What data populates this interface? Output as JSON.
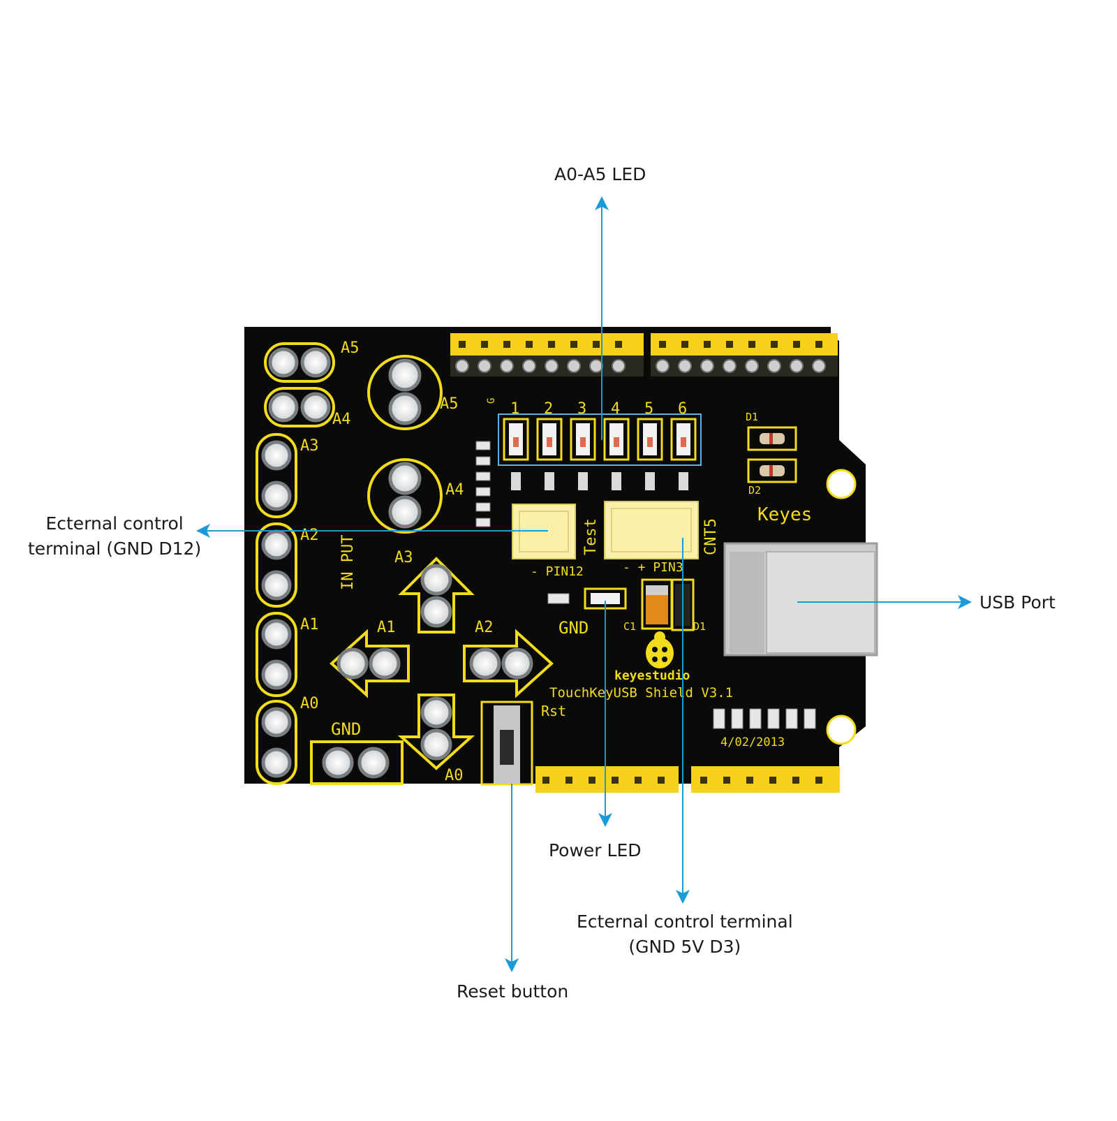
{
  "callouts": {
    "leds": "A0-A5 LED",
    "d12_line1": "Ecternal control",
    "d12_line2": "terminal (GND D12)",
    "usb": "USB Port",
    "power_led": "Power LED",
    "d3_line1": "Ecternal control terminal",
    "d3_line2": "(GND 5V D3)",
    "reset": "Reset button"
  },
  "board": {
    "brand": "keyestudio",
    "model": "TouchKeyUSB Shield V3.1",
    "keyes": "Keyes",
    "date": "4/02/2013",
    "input_label": "IN PUT",
    "gnd_left": "GND",
    "gnd_power": "GND",
    "rst": "Rst",
    "test": "Test",
    "cnt5": "CNT5",
    "pin12": "- PIN12",
    "pin3": "- + PIN3",
    "c1": "C1",
    "d1_bottom": "D1",
    "d1_top": "D1",
    "d2": "D2",
    "g": "G",
    "led_numbers": [
      "1",
      "2",
      "3",
      "4",
      "5",
      "6"
    ],
    "left_labels": [
      "A5",
      "A4",
      "A3",
      "A2",
      "A1",
      "A0"
    ],
    "ring_labels": [
      "A5",
      "A4"
    ],
    "arrow_labels": [
      "A3",
      "A1",
      "A2",
      "A0"
    ]
  },
  "colors": {
    "pcb": "#0a0a08",
    "silkscreen": "#f3dc1c",
    "header": "#f6d21a",
    "arrow": "#1a9ad8"
  }
}
